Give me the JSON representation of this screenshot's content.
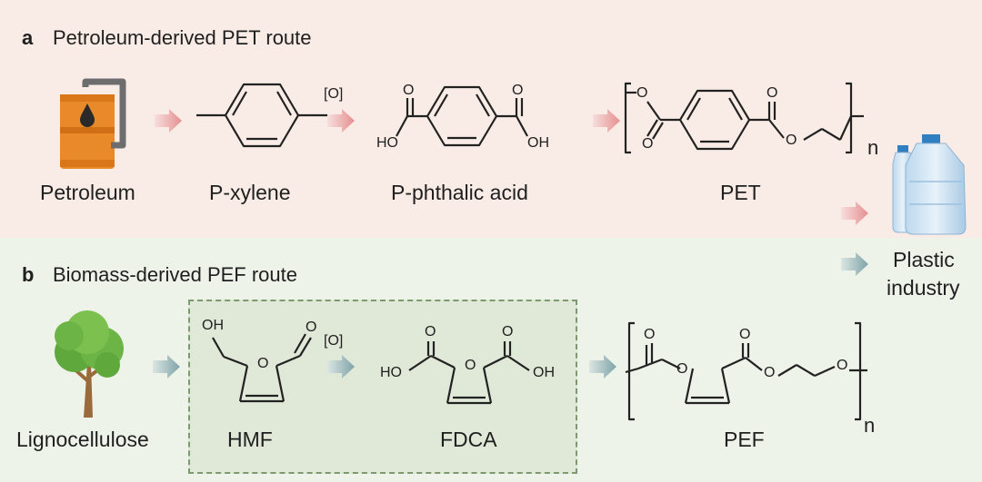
{
  "panel_a": {
    "letter": "a",
    "title": "Petroleum-derived PET route",
    "labels": {
      "petroleum": "Petroleum",
      "pxylene": "P-xylene",
      "pphthalic": "P-phthalic acid",
      "pet": "PET"
    },
    "oxidation": "[O]",
    "ho": "HO",
    "oh": "OH",
    "n": "n"
  },
  "panel_b": {
    "letter": "b",
    "title": "Biomass-derived PEF route",
    "labels": {
      "lignocellulose": "Lignocellulose",
      "hmf": "HMF",
      "fdca": "FDCA",
      "pef": "PEF"
    },
    "oxidation": "[O]",
    "ho": "HO",
    "oh": "OH",
    "n": "n"
  },
  "plastic": {
    "line1": "Plastic",
    "line2": "industry"
  },
  "colors": {
    "panel_a_bg": "#f9ece6",
    "panel_b_bg": "#eef3ea",
    "arrow_red": "#e9a3a3",
    "arrow_green": "#8fb0b3",
    "barrel": "#e58a2e",
    "tree_leaf": "#5fa83c",
    "tree_trunk": "#9a6a3a"
  }
}
